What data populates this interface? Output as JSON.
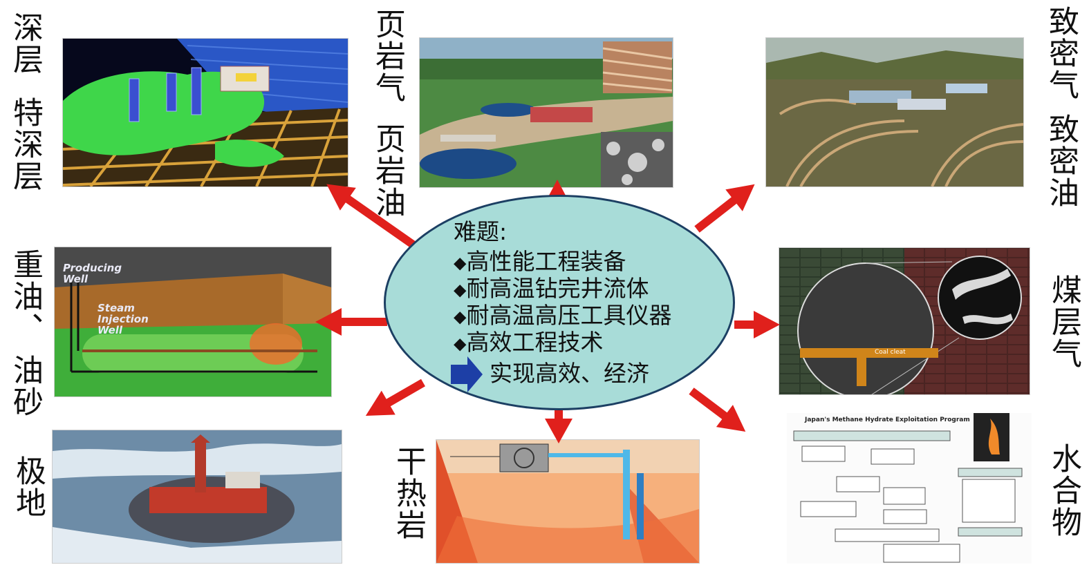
{
  "labels": {
    "deep": [
      "深层",
      "特深层"
    ],
    "shale": [
      "页岩气",
      "页岩油"
    ],
    "tight": [
      "致密气",
      "致密油"
    ],
    "heavy": [
      "重油、",
      "油砂"
    ],
    "coalbed": "煤层气",
    "polar": "极地",
    "hotdryrock": "干热岩",
    "hydrate": "水合物"
  },
  "center": {
    "title": "难题:",
    "bullets": [
      "高性能工程装备",
      "耐高温钻完井流体",
      "耐高温高压工具仪器",
      "高效工程技术"
    ],
    "bullet_symbol": "◆",
    "result": "实现高效、经济"
  },
  "panel_text": {
    "heavy_oil": [
      "Producing",
      "Well",
      "Steam",
      "Injection",
      "Well"
    ],
    "coalbed": "Coal cleat",
    "hydrate_title": "Japan's Methane Hydrate Exploitation Program"
  },
  "colors": {
    "arrow": "#e0201c",
    "ellipse_fill": "#a8dcd8",
    "ellipse_border": "#1c3f63",
    "result_arrow": "#1d3fa6"
  }
}
